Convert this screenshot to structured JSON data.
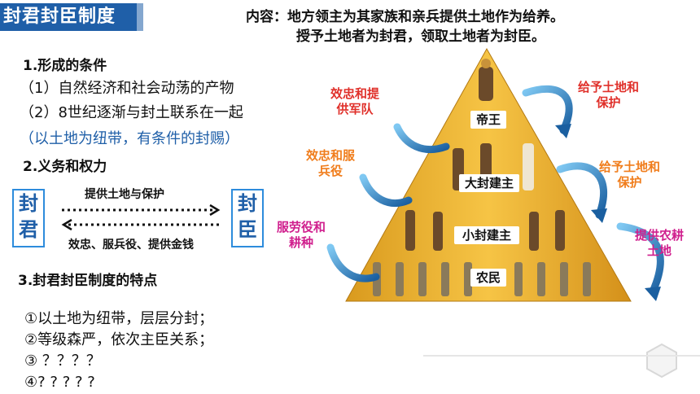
{
  "title": "封君封臣制度",
  "content": {
    "line1": "内容：地方领主为其家族和亲兵提供土地作为给养。",
    "line2": "授予土地者为封君，领取土地者为封臣。"
  },
  "section1": {
    "heading": "1.形成的条件",
    "items": [
      "（1）自然经济和社会动荡的产物",
      "（2）8世纪逐渐与封土联系在一起",
      "（以土地为纽带，有条件的封赐）"
    ]
  },
  "section2": {
    "heading": "2.义务和权力",
    "lord": [
      "封",
      "君"
    ],
    "vassal": [
      "封",
      "臣"
    ],
    "top_arrow_label": "提供土地与保护",
    "bottom_arrow_label": "效忠、服兵役、提供金钱"
  },
  "section3": {
    "heading": "3.封君封臣制度的特点",
    "features": [
      "①以土地为纽带，层层分封；",
      "②等级森严，依次主臣关系；",
      "③ ？？？？",
      "④? ? ? ? ?"
    ]
  },
  "pyramid": {
    "tiers": [
      "帝王",
      "大封建主",
      "小封建主",
      "农民"
    ],
    "left_labels": [
      "效忠和提\n供军队",
      "效忠和服\n兵役",
      "服劳役和\n耕种"
    ],
    "right_labels": [
      "给予土地和\n保护",
      "给予土地和\n保护",
      "提供农耕\n土地"
    ]
  },
  "colors": {
    "accent": "#1f5fa8",
    "pyramid": "#f2b830",
    "red": "#e0302a",
    "orange": "#f07d1c",
    "magenta": "#d0208e"
  }
}
